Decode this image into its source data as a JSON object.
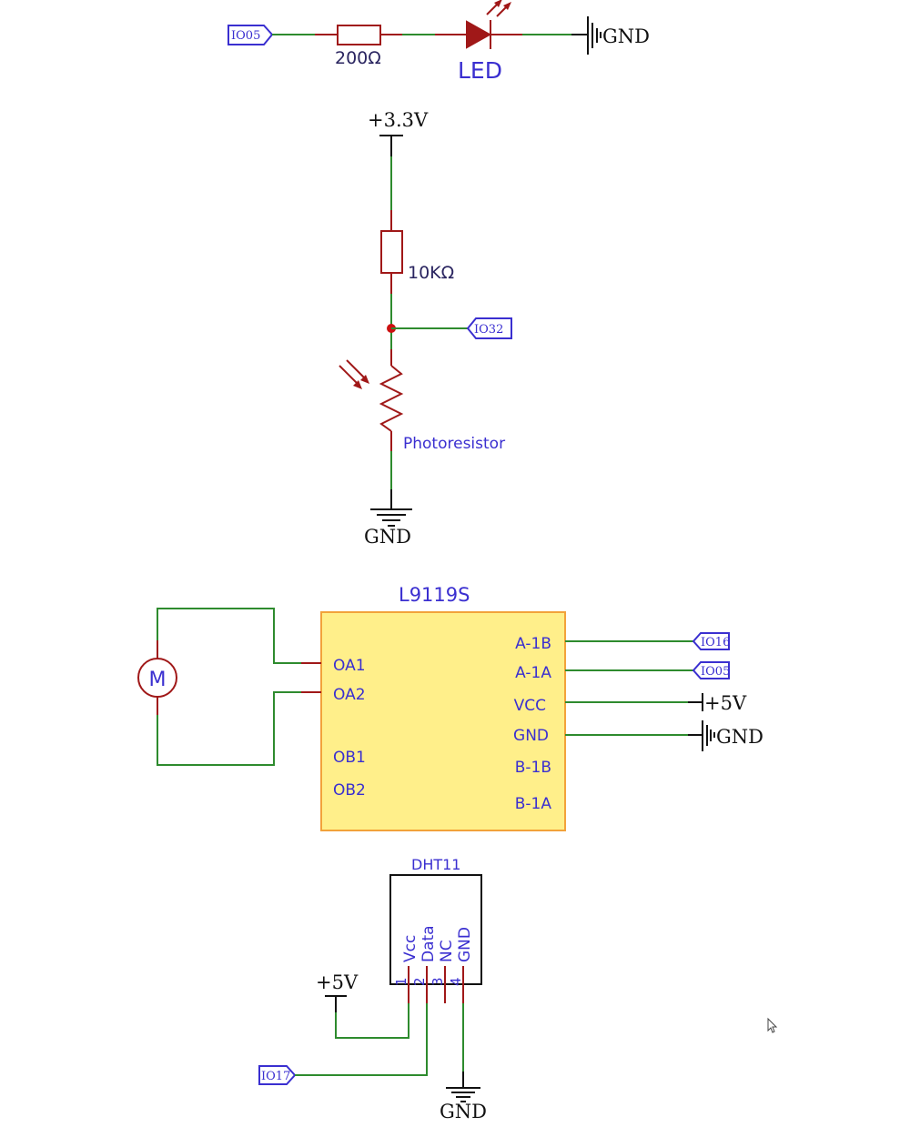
{
  "led_circuit": {
    "net_in": "IO05",
    "resistor_value": "200Ω",
    "led_label": "LED",
    "ground": "GND"
  },
  "ldr_circuit": {
    "supply": "+3.3V",
    "resistor_value": "10KΩ",
    "net_out": "IO32",
    "sensor_label": "Photoresistor",
    "ground": "GND"
  },
  "motor_driver": {
    "chip_name": "L9119S",
    "motor_symbol": "M",
    "left_pins": [
      "OA1",
      "OA2",
      "OB1",
      "OB2"
    ],
    "right_pins": [
      "A-1B",
      "A-1A",
      "VCC",
      "GND",
      "B-1B",
      "B-1A"
    ],
    "nets": {
      "a1b": "IO16",
      "a1a": "IO05",
      "vcc": "+5V",
      "gnd": "GND"
    }
  },
  "dht_sensor": {
    "chip_name": "DHT11",
    "pins": [
      {
        "num": "1",
        "name": "Vcc"
      },
      {
        "num": "2",
        "name": "Data"
      },
      {
        "num": "3",
        "name": "NC"
      },
      {
        "num": "4",
        "name": "GND"
      }
    ],
    "supply": "+5V",
    "net_data": "IO17",
    "ground": "GND"
  },
  "colors": {
    "wire": "#2e8b2e",
    "component": "#a01818",
    "net_label": "#3a2fd0",
    "ic_fill": "#ffef8a",
    "ic_border": "#f2a23a"
  },
  "icons": [
    "mouse-cursor-icon"
  ]
}
